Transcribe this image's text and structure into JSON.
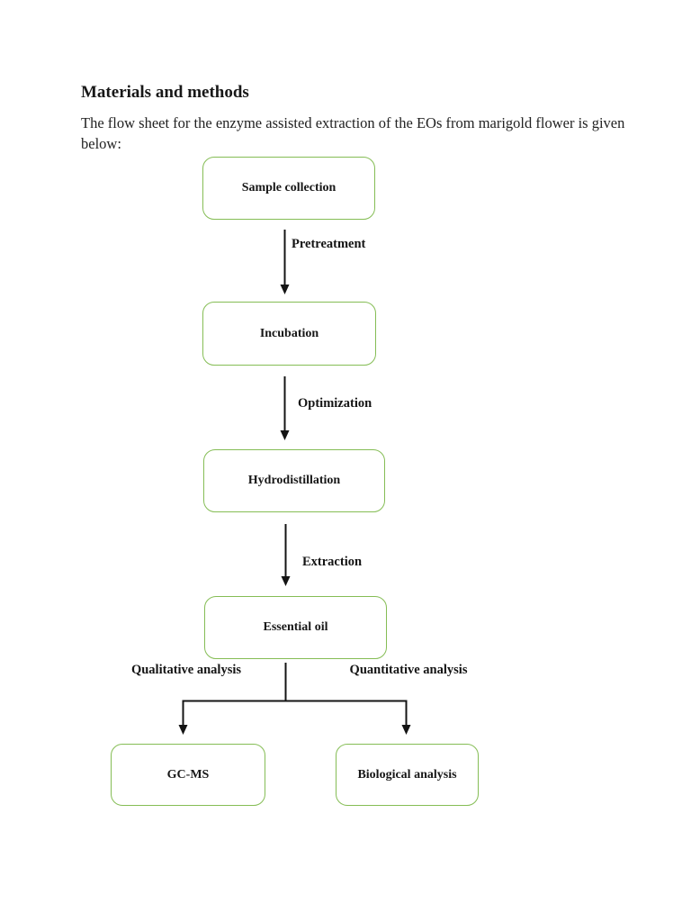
{
  "page": {
    "heading": "Materials and methods",
    "intro": {
      "line1": "The flow sheet for the enzyme assisted extraction of the EOs from marigold flower is given",
      "line2": "below:"
    }
  },
  "colors": {
    "node_border": "#85bd55",
    "node_fill": "#ffffff",
    "arrow": "#141414",
    "text": "#181818",
    "page_background": "#ffffff"
  },
  "flowchart": {
    "nodes": [
      {
        "id": "sample-collection",
        "label": "Sample collection"
      },
      {
        "id": "incubation",
        "label": "Incubation"
      },
      {
        "id": "hydrodistillation",
        "label": "Hydrodistillation"
      },
      {
        "id": "essential-oil",
        "label": "Essential oil"
      },
      {
        "id": "gc-ms",
        "label": "GC-MS"
      },
      {
        "id": "biological-analysis",
        "label": "Biological analysis"
      }
    ],
    "edges": [
      {
        "from": "sample-collection",
        "to": "incubation",
        "label": "Pretreatment"
      },
      {
        "from": "incubation",
        "to": "hydrodistillation",
        "label": "Optimization"
      },
      {
        "from": "hydrodistillation",
        "to": "essential-oil",
        "label": "Extraction"
      },
      {
        "from": "essential-oil",
        "to": "gc-ms",
        "label": "Qualitative analysis"
      },
      {
        "from": "essential-oil",
        "to": "biological-analysis",
        "label": "Quantitative analysis"
      }
    ]
  }
}
